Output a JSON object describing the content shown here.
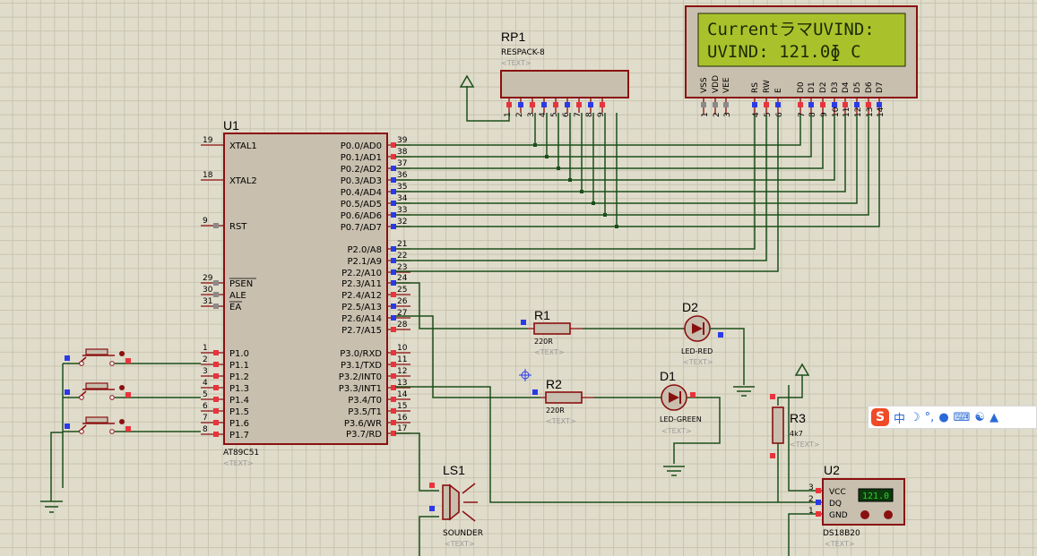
{
  "u1": {
    "ref": "U1",
    "part": "AT89C51",
    "text": "<TEXT>",
    "left_pins": [
      {
        "num": "19",
        "name": "XTAL1"
      },
      {
        "num": "18",
        "name": "XTAL2"
      },
      {
        "num": "9",
        "name": "RST"
      },
      {
        "num": "29",
        "name": "PSEN"
      },
      {
        "num": "30",
        "name": "ALE"
      },
      {
        "num": "31",
        "name": "EA"
      },
      {
        "num": "1",
        "name": "P1.0"
      },
      {
        "num": "2",
        "name": "P1.1"
      },
      {
        "num": "3",
        "name": "P1.2"
      },
      {
        "num": "4",
        "name": "P1.3"
      },
      {
        "num": "5",
        "name": "P1.4"
      },
      {
        "num": "6",
        "name": "P1.5"
      },
      {
        "num": "7",
        "name": "P1.6"
      },
      {
        "num": "8",
        "name": "P1.7"
      }
    ],
    "right_pins": [
      {
        "num": "39",
        "name": "P0.0/AD0"
      },
      {
        "num": "38",
        "name": "P0.1/AD1"
      },
      {
        "num": "37",
        "name": "P0.2/AD2"
      },
      {
        "num": "36",
        "name": "P0.3/AD3"
      },
      {
        "num": "35",
        "name": "P0.4/AD4"
      },
      {
        "num": "34",
        "name": "P0.5/AD5"
      },
      {
        "num": "33",
        "name": "P0.6/AD6"
      },
      {
        "num": "32",
        "name": "P0.7/AD7"
      },
      {
        "num": "21",
        "name": "P2.0/A8"
      },
      {
        "num": "22",
        "name": "P2.1/A9"
      },
      {
        "num": "23",
        "name": "P2.2/A10"
      },
      {
        "num": "24",
        "name": "P2.3/A11"
      },
      {
        "num": "25",
        "name": "P2.4/A12"
      },
      {
        "num": "26",
        "name": "P2.5/A13"
      },
      {
        "num": "27",
        "name": "P2.6/A14"
      },
      {
        "num": "28",
        "name": "P2.7/A15"
      },
      {
        "num": "10",
        "name": "P3.0/RXD"
      },
      {
        "num": "11",
        "name": "P3.1/TXD"
      },
      {
        "num": "12",
        "name": "P3.2/INT0"
      },
      {
        "num": "13",
        "name": "P3.3/INT1"
      },
      {
        "num": "14",
        "name": "P3.4/T0"
      },
      {
        "num": "15",
        "name": "P3.5/T1"
      },
      {
        "num": "16",
        "name": "P3.6/WR"
      },
      {
        "num": "17",
        "name": "P3.7/RD"
      }
    ]
  },
  "rp1": {
    "ref": "RP1",
    "part": "RESPACK-8",
    "text": "<TEXT>",
    "pins": [
      "1",
      "2",
      "3",
      "4",
      "5",
      "6",
      "7",
      "8",
      "9"
    ]
  },
  "lcd": {
    "line1": "CurrentラマUVIND:",
    "line2": "UVIND: 121.0ɸ C",
    "pin_names": [
      "VSS",
      "VDD",
      "VEE",
      "RS",
      "RW",
      "E",
      "D0",
      "D1",
      "D2",
      "D3",
      "D4",
      "D5",
      "D6",
      "D7"
    ],
    "pin_numbers": [
      "1",
      "2",
      "3",
      "4",
      "5",
      "6",
      "7",
      "8",
      "9",
      "10",
      "11",
      "12",
      "13",
      "14"
    ]
  },
  "r1": {
    "ref": "R1",
    "value": "220R",
    "text": "<TEXT>"
  },
  "r2": {
    "ref": "R2",
    "value": "220R",
    "text": "<TEXT>"
  },
  "r3": {
    "ref": "R3",
    "value": "4k7",
    "text": "<TEXT>"
  },
  "d1": {
    "ref": "D1",
    "part": "LED-GREEN",
    "text": "<TEXT>"
  },
  "d2": {
    "ref": "D2",
    "part": "LED-RED",
    "text": "<TEXT>"
  },
  "ls1": {
    "ref": "LS1",
    "part": "SOUNDER",
    "text": "<TEXT>"
  },
  "u2": {
    "ref": "U2",
    "part": "DS18B20",
    "text": "<TEXT>",
    "pins": [
      {
        "num": "3",
        "name": "VCC"
      },
      {
        "num": "2",
        "name": "DQ"
      },
      {
        "num": "1",
        "name": "GND"
      }
    ],
    "display": "121.0"
  },
  "ime_toolbar": {
    "lang": "中",
    "moon": "☽",
    "punct": "°,"
  },
  "colors": {
    "wire": "#1a4f1a",
    "component": "#8a1010",
    "body_fill": "#c8bfae",
    "lcd_screen": "#a9c22c",
    "pin_red": "#e8343c",
    "pin_blue": "#2a3ae8",
    "pin_gray": "#8a8a8a"
  }
}
